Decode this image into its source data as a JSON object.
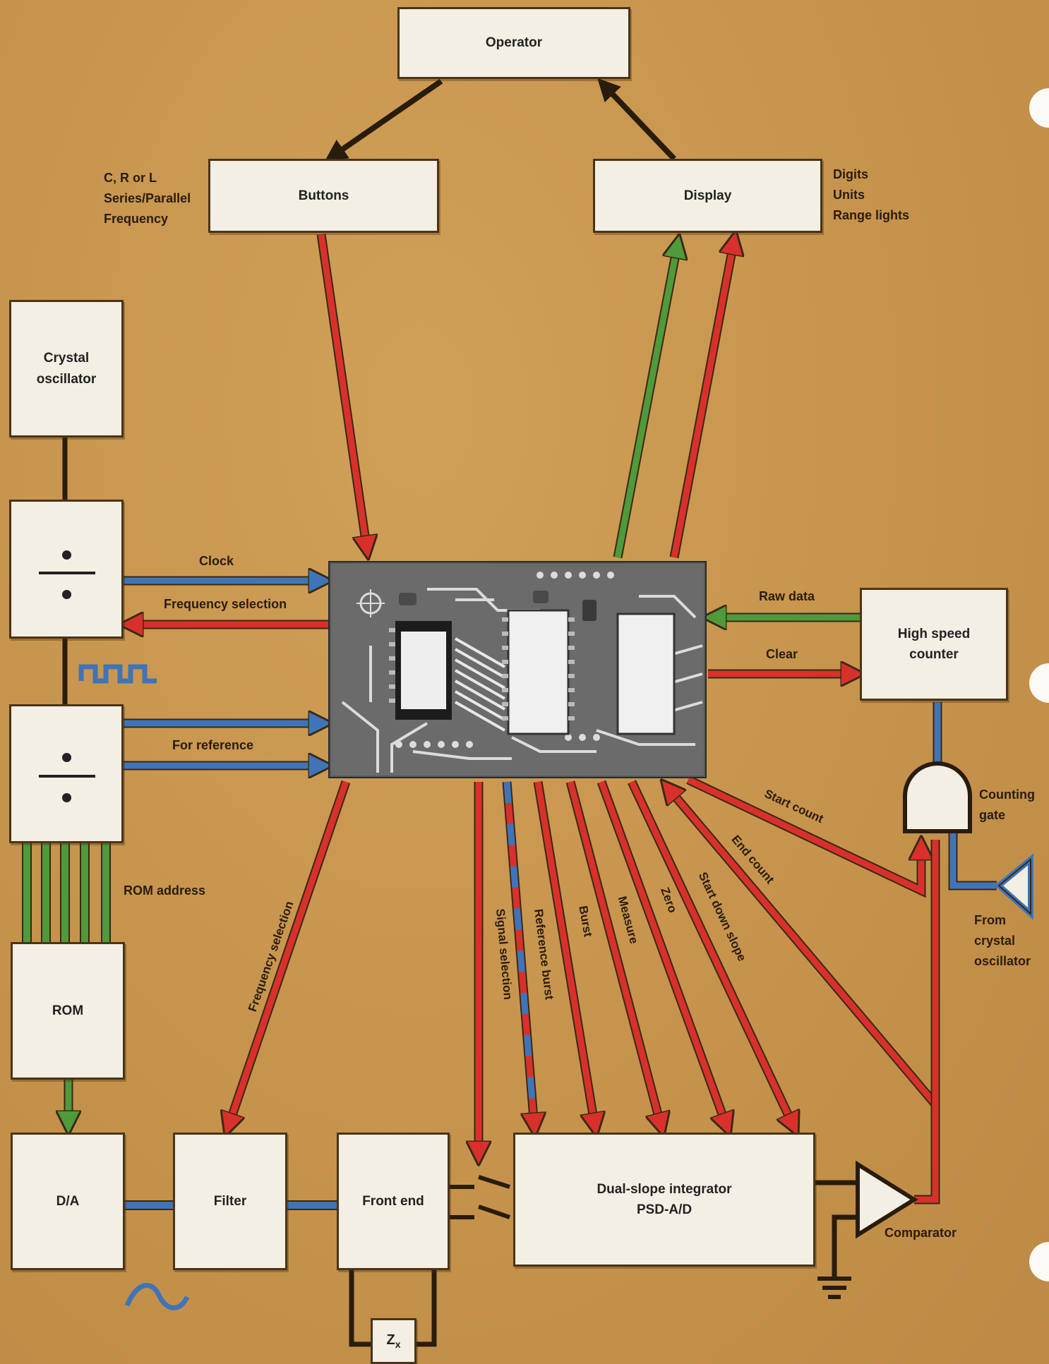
{
  "boxes": {
    "operator": "Operator",
    "buttons": "Buttons",
    "display": "Display",
    "crystal_line1": "Crystal",
    "crystal_line2": "oscillator",
    "rom": "ROM",
    "da": "D/A",
    "filter": "Filter",
    "front_end": "Front end",
    "integrator_line1": "Dual-slope integrator",
    "integrator_line2": "PSD-A/D",
    "counter_line1": "High speed",
    "counter_line2": "counter",
    "zx": "Z",
    "zx_sub": "x"
  },
  "buttons_side": [
    "C, R or L",
    "Series/Parallel",
    "Frequency"
  ],
  "display_side": [
    "Digits",
    "Units",
    "Range lights"
  ],
  "signals": {
    "clock": "Clock",
    "frequency_selection_top": "Frequency selection",
    "for_reference": "For reference",
    "rom_address": "ROM address",
    "raw_data": "Raw data",
    "clear": "Clear",
    "counting_gate_line1": "Counting",
    "counting_gate_line2": "gate",
    "from_crystal": [
      "From",
      "crystal",
      "oscillator"
    ],
    "comparator": "Comparator",
    "start_count": "Start count",
    "end_count": "End count",
    "frequency_selection_diag": "Frequency selection",
    "signal_selection": "Signal selection",
    "reference_burst": "Reference burst",
    "burst": "Burst",
    "measure": "Measure",
    "zero": "Zero",
    "start_down_slope": "Start down slope"
  },
  "colors": {
    "red": "#d8312b",
    "blue": "#3f74b8",
    "green": "#4f9a3a",
    "brown": "#3a2812",
    "background": "#c9974f"
  }
}
